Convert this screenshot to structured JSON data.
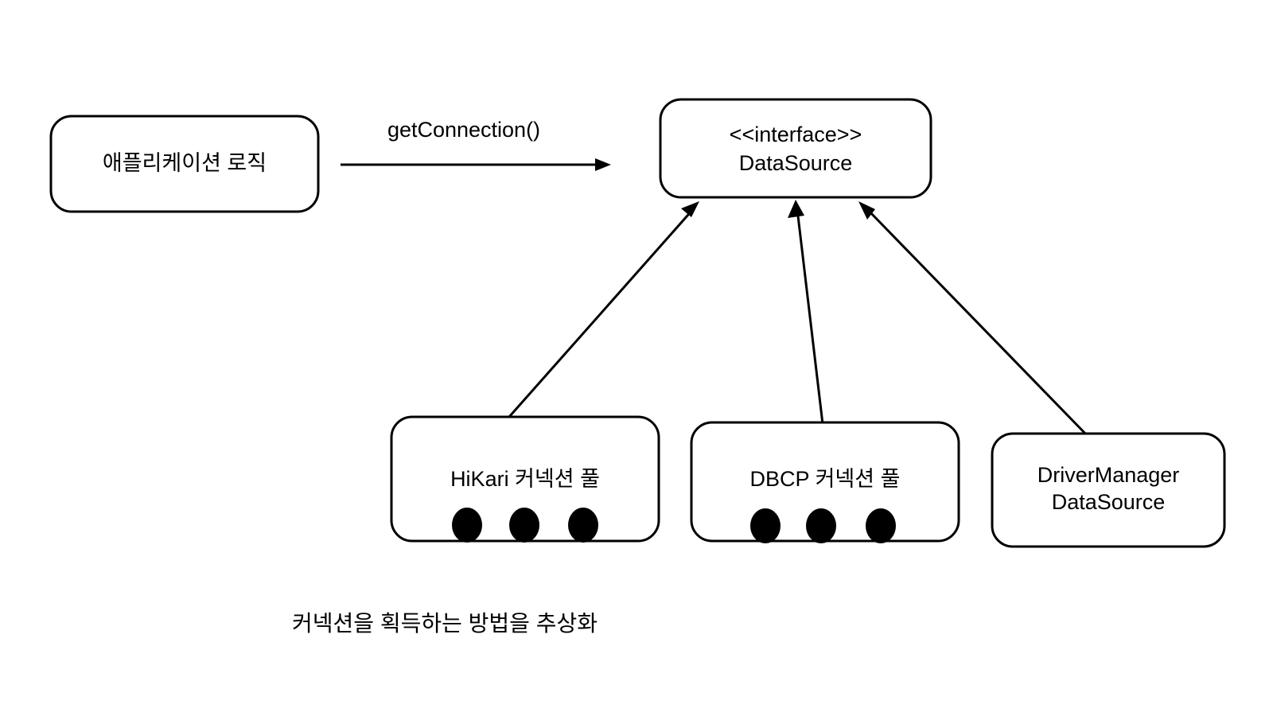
{
  "diagram": {
    "title_caption": "커넥션을 획득하는 방법을 추상화",
    "stroke_color": "#000000",
    "fill_color": "#ffffff",
    "nodes": {
      "app_logic": {
        "label": "애플리케이션 로직"
      },
      "datasource": {
        "stereotype": "<<interface>>",
        "name": "DataSource"
      },
      "hikari": {
        "label": "HiKari 커넥션 풀",
        "connection_count": 3
      },
      "dbcp": {
        "label": "DBCP 커넥션 풀",
        "connection_count": 3
      },
      "driver_manager": {
        "line1": "DriverManager",
        "line2": "DataSource"
      }
    },
    "edges": {
      "call": {
        "label": "getConnection()",
        "from": "app_logic",
        "to": "datasource"
      },
      "hikari_impl": {
        "from": "hikari",
        "to": "datasource",
        "label": ""
      },
      "dbcp_impl": {
        "from": "dbcp",
        "to": "datasource",
        "label": ""
      },
      "driver_impl": {
        "from": "driver_manager",
        "to": "datasource",
        "label": ""
      }
    }
  }
}
